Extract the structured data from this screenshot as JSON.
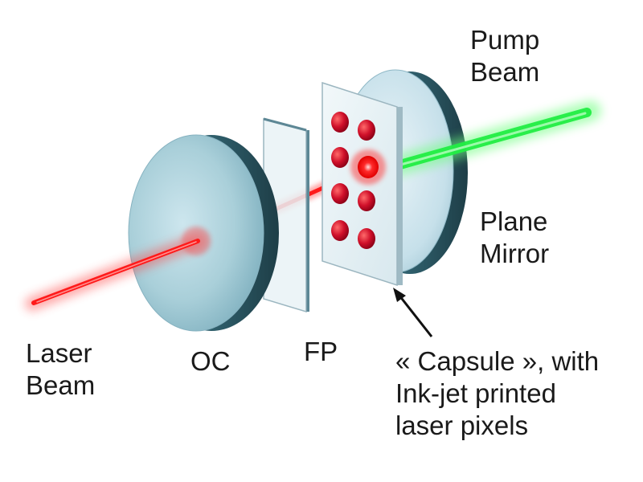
{
  "labels": {
    "pump_beam": [
      "Pump",
      "Beam"
    ],
    "plane_mirror": [
      "Plane",
      "Mirror"
    ],
    "laser_beam": [
      "Laser",
      "Beam"
    ],
    "oc": "OC",
    "fp": "FP",
    "capsule": [
      "« Capsule », with",
      "Ink-jet printed",
      "laser pixels"
    ]
  },
  "colors": {
    "laser_red": "#ff1a1a",
    "pump_green": "#22ee44",
    "optic_face": "#a9cfd9",
    "optic_edge": "#2f5f6c",
    "pixel_red": "#c8102e",
    "text": "#1a1a1a"
  },
  "capsule_pixels": {
    "rows": 4,
    "columns": 2,
    "lit_pixel": "row 2, column 2"
  }
}
